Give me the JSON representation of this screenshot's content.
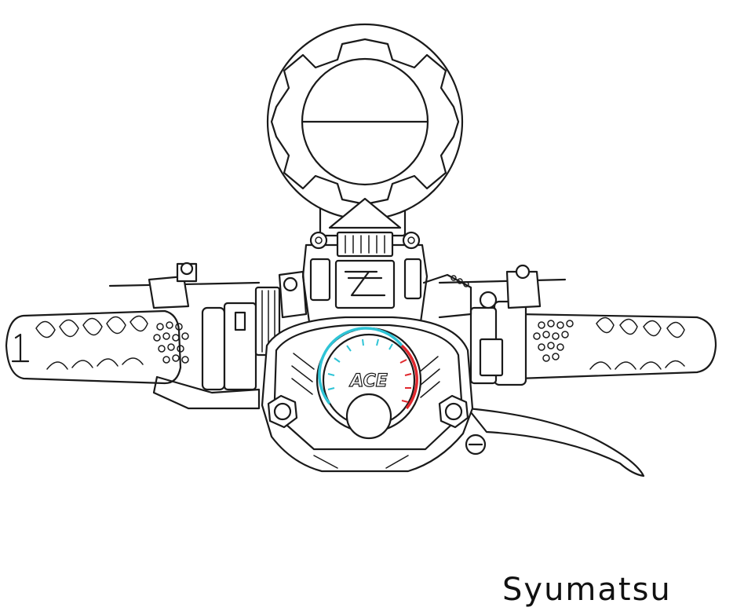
{
  "signature": "Syumatsu",
  "gauge": {
    "logo_text": "ACE",
    "accent_colors": {
      "scale_low": "#2ec4d6",
      "scale_high": "#e0282e",
      "stroke": "#1a1a1a",
      "background": "#ffffff"
    }
  },
  "icons": [
    "handlebar-illustration",
    "compass-dial-icon",
    "speedometer-gauge-icon"
  ]
}
